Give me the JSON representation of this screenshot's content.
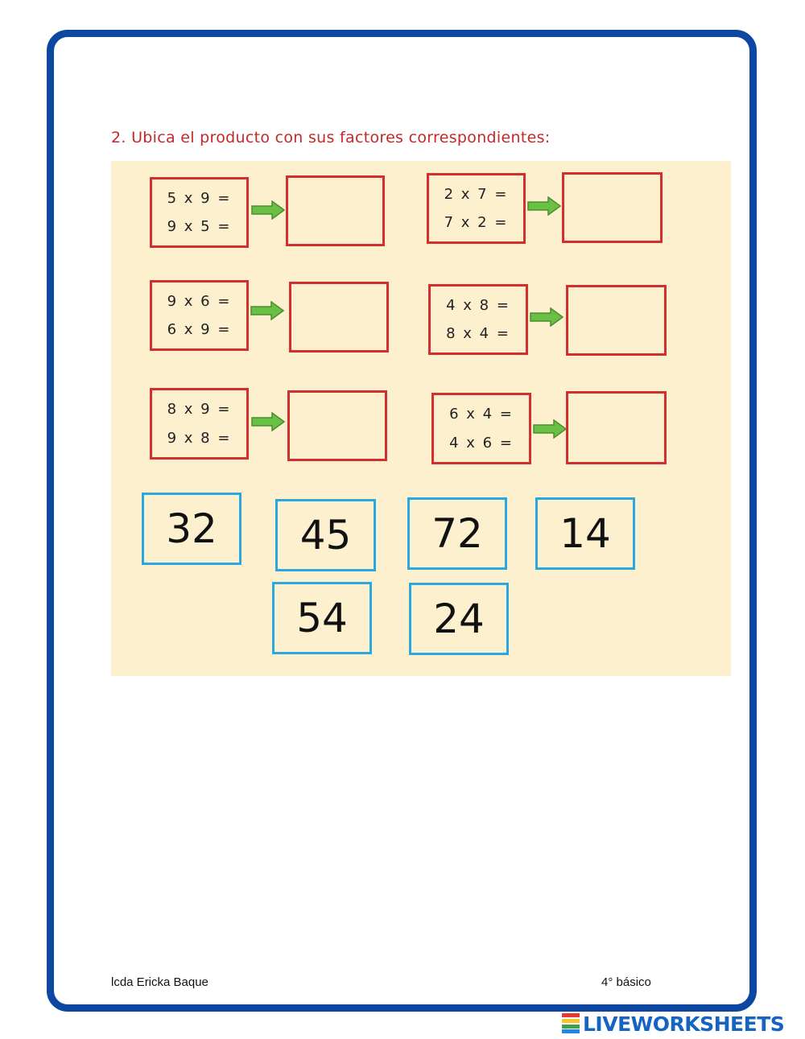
{
  "instruction": "2. Ubica el producto con sus factores correspondientes:",
  "equations": [
    {
      "line1": "5 x 9 =",
      "line2": "9 x 5 ="
    },
    {
      "line1": "2 x 7 =",
      "line2": "7 x 2 ="
    },
    {
      "line1": "9 x 6 =",
      "line2": "6 x 9 ="
    },
    {
      "line1": "4 x 8 =",
      "line2": "8 x 4 ="
    },
    {
      "line1": "8 x 9 =",
      "line2": "9 x 8 ="
    },
    {
      "line1": "6 x 4 =",
      "line2": "4 x 6 ="
    }
  ],
  "tiles": [
    "32",
    "45",
    "72",
    "14",
    "54",
    "24"
  ],
  "footer": {
    "author": "lcda Ericka Baque",
    "grade": "4° básico"
  },
  "brand": {
    "name": "LIVEWORKSHEETS",
    "icon": "liveworksheets-logo-icon"
  },
  "colors": {
    "frame": "#0d47a1",
    "instruction": "#c62828",
    "panel": "#fdf0cf",
    "equation_border": "#d32f2f",
    "tile_border": "#29a8e0",
    "arrow": "#6abf45"
  }
}
